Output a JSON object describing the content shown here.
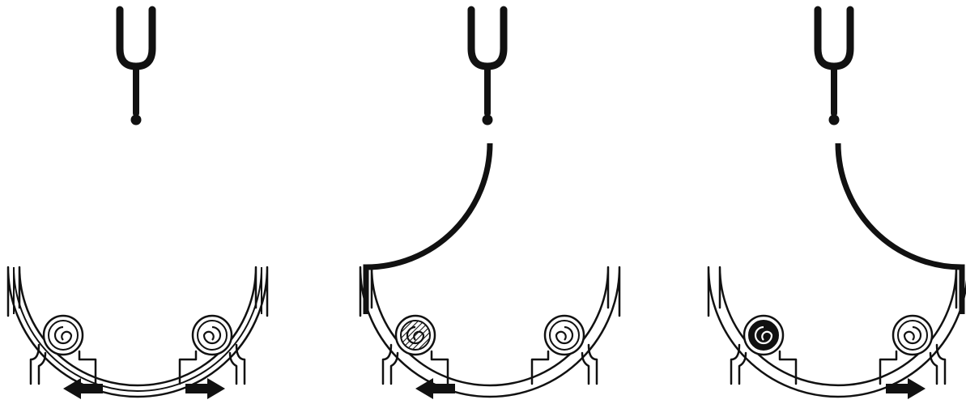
{
  "figure": {
    "panels": [
      {
        "id": "binaural-center",
        "tube_fill": [
          "both"
        ],
        "ear_shade": {
          "left": "none",
          "right": "none"
        },
        "arrows": [
          "left",
          "right"
        ]
      },
      {
        "id": "left-lateralized",
        "tube_fill": [
          "left"
        ],
        "ear_shade": {
          "left": "hatched",
          "right": "none"
        },
        "arrows": [
          "left"
        ]
      },
      {
        "id": "right-lateralized",
        "tube_fill": [
          "right"
        ],
        "ear_shade": {
          "left": "solid",
          "right": "none"
        },
        "arrows": [
          "right"
        ]
      }
    ],
    "colors": {
      "ink": "#111111",
      "background": "#ffffff"
    }
  }
}
